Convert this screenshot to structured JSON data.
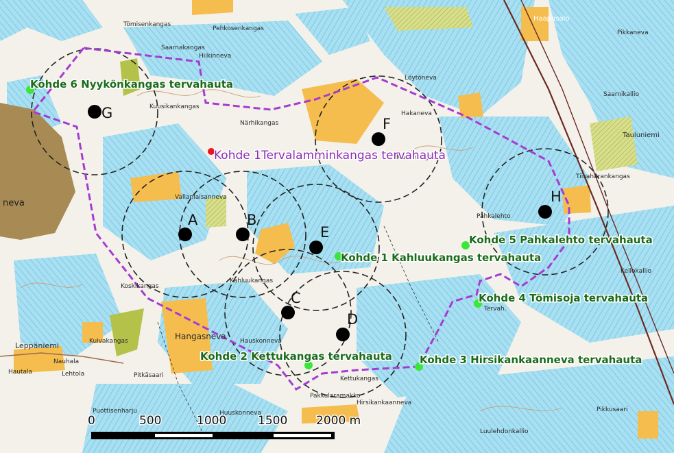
{
  "colors": {
    "paper": "#f4f1ea",
    "wetland": "#a9dff0",
    "wetland_line": "#5fc3e6",
    "field": "#f5bd4e",
    "water": "#a88a54",
    "park": "#b5c24a",
    "contour": "#c9a07a",
    "boundary": "#a53bd2",
    "site_green": "#3ae63a",
    "label_green": "#1a6b1a",
    "label_purple": "#8a2bb5",
    "point_black": "#000000",
    "circle": "#222222",
    "road": "#6b2a22"
  },
  "turbines": [
    {
      "id": "A"
    },
    {
      "id": "B"
    },
    {
      "id": "C"
    },
    {
      "id": "D"
    },
    {
      "id": "E"
    },
    {
      "id": "F"
    },
    {
      "id": "G"
    },
    {
      "id": "H"
    }
  ],
  "sites": [
    {
      "label": "Kohde 6 Nyykönkangas tervahauta",
      "style": "green"
    },
    {
      "label": "Kohde 1Tervalamminkangas tervahauta",
      "style": "purple"
    },
    {
      "label": "Kohde 1 Kahluukangas tervahauta",
      "style": "green"
    },
    {
      "label": "Kohde 5 Pahkalehto tervahauta",
      "style": "green"
    },
    {
      "label": "Kohde 4 Tömisoja tervahauta",
      "style": "green"
    },
    {
      "label": "Kohde 2 Kettukangas tervahauta",
      "style": "green"
    },
    {
      "label": "Kohde 3 Hirsikankaanneva tervahauta",
      "style": "green"
    }
  ],
  "place_names": [
    "Haapasalo",
    "Pehkosenkangas",
    "Tömisenkangas",
    "Saarnakangas",
    "Hiikinneva",
    "Kuusikankangas",
    "Närhikangas",
    "Hakaneva",
    "Löytöneva",
    "Mätinkangas",
    "Tauluniemi",
    "Tiisaharankangas",
    "Pahkalehto",
    "Kellokallio",
    "Vallanlaisanneva",
    "Kahluukangas",
    "Koskikangas",
    "Hangasneva",
    "Kuivakangas",
    "Leppäniemi",
    "Nauhala",
    "Lehtola",
    "Hautala",
    "Pitkäsaari",
    "Kettukangas",
    "Pakkularamakko",
    "Hirsikankaanneva",
    "Puottisenharju",
    "Hauskonneva",
    "Tervah.",
    "Huuskonneva",
    "Luulehdonkallio",
    "Pikkaneva",
    "Saarnikallio",
    "Pikkusaari",
    "neva"
  ],
  "scale_bar": {
    "tick_labels": [
      "0",
      "500",
      "1000",
      "1500",
      "2000 m"
    ]
  }
}
